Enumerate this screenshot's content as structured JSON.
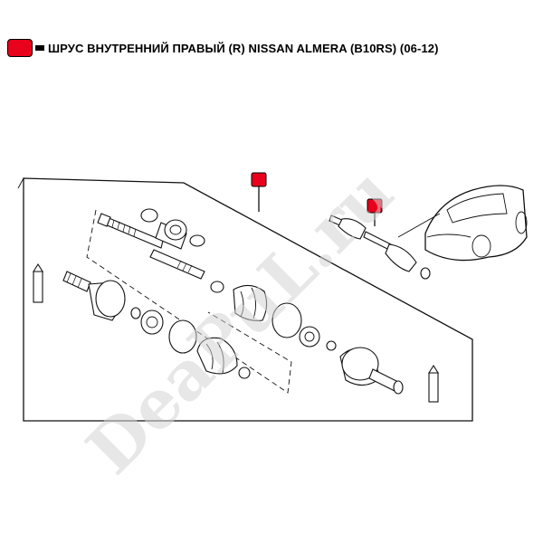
{
  "header": {
    "title": "ШРУС ВНУТРЕННИЙ ПРАВЫЙ (R) NISSAN ALMERA (B10RS) (06-12)",
    "marker_color": "#e8001c"
  },
  "watermark": {
    "text": "DeaPuL.ru",
    "color": "#d3d3d3"
  },
  "markers": [
    {
      "name": "diagram-marker",
      "color": "#e8001c"
    },
    {
      "name": "assembly-marker",
      "color": "#e8001c"
    }
  ]
}
